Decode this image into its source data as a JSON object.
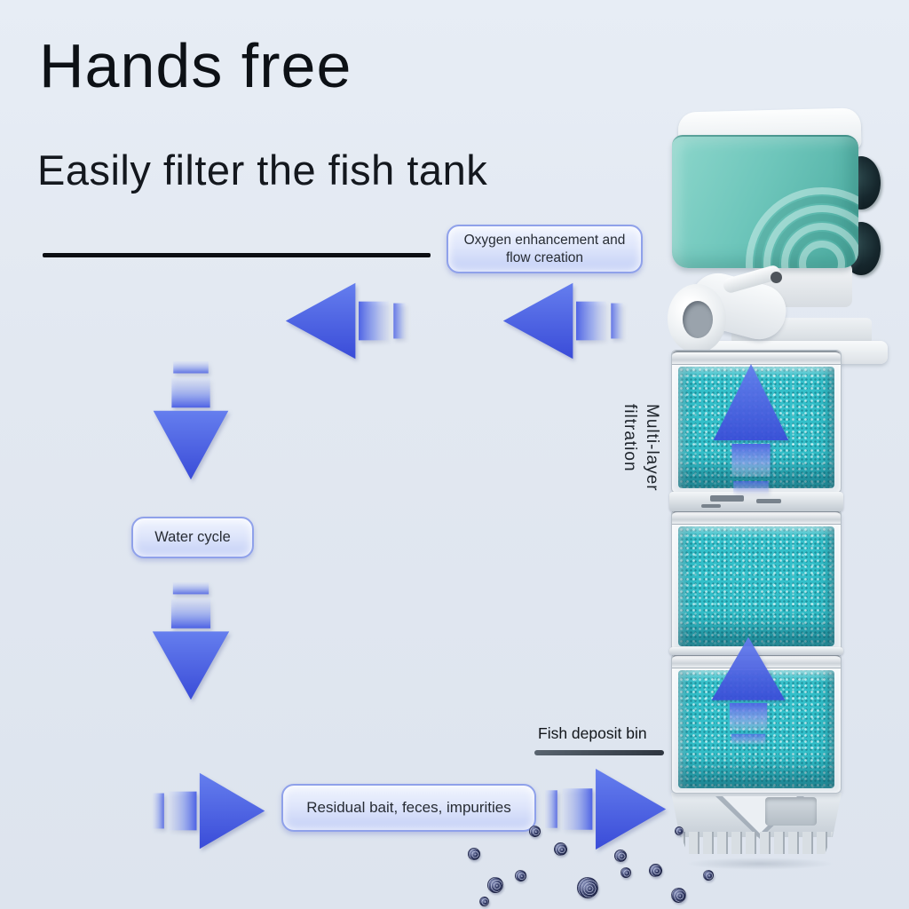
{
  "header": {
    "title": "Hands free",
    "subtitle": "Easily filter the fish tank"
  },
  "callouts": {
    "oxygen_label": "Oxygen enhancement and flow creation",
    "water_cycle_label": "Water cycle",
    "multilayer_label": "Multi-layer\nfiltration",
    "fish_deposit_label": "Fish deposit bin",
    "residual_label": "Residual bait, feces, impurities"
  },
  "flow_arrows": [
    {
      "id": "outflow-left-inner",
      "direction": "left"
    },
    {
      "id": "outflow-left-outer",
      "direction": "left"
    },
    {
      "id": "cycle-down-upper",
      "direction": "down"
    },
    {
      "id": "cycle-down-lower",
      "direction": "down"
    },
    {
      "id": "intake-right-inner",
      "direction": "right"
    },
    {
      "id": "intake-right-outer",
      "direction": "right"
    },
    {
      "id": "filtration-up-box1",
      "direction": "up"
    },
    {
      "id": "filtration-up-box3",
      "direction": "up"
    }
  ],
  "product": {
    "name": "internal-aquarium-filter",
    "parts": [
      "pump-head",
      "suction-cups",
      "outlet-pipe",
      "filter-box-1",
      "filter-box-2",
      "filter-box-3",
      "fish-deposit-bin"
    ]
  },
  "colors": {
    "background": "#e2e8f1",
    "heading_text": "#0d1116",
    "divider_line": "#0b0e13",
    "arrow_blue": "#4d62e4",
    "label_fill": "#dfe6fb",
    "label_border": "#8fa1ea",
    "pump_teal": "#6ec6bb",
    "lid_white": "#f2f5f7",
    "suction_cup_dark": "#16272d",
    "sponge_teal": "#33c0ca",
    "frame_silver": "#ccd3d9",
    "debris_dark": "#363e68",
    "deposit_underline": "#2e353f"
  }
}
